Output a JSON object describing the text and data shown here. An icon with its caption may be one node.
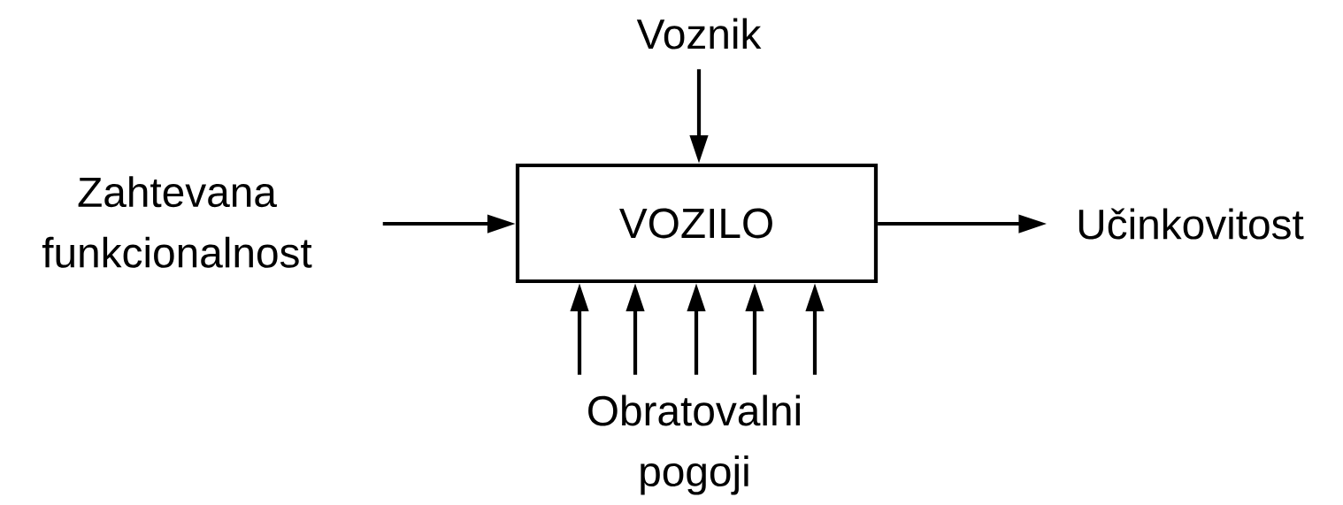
{
  "diagram": {
    "nodes": [
      {
        "text": [
          "Voznik"
        ]
      },
      {
        "text": [
          "Zahtevana funkcionalnost"
        ]
      },
      {
        "text": [
          "VOZILO"
        ]
      },
      {
        "text": [
          "Učinkovitost"
        ]
      },
      {
        "text": [
          "Obratovalni pogoji"
        ]
      }
    ],
    "edges": [
      {
        "from": 0,
        "to": 2,
        "arrow": "to"
      },
      {
        "from": 1,
        "to": 2,
        "arrow": "to"
      },
      {
        "from": 2,
        "to": 3,
        "arrow": "to"
      },
      {
        "from": 4,
        "to": 2,
        "arrow": "to"
      },
      {
        "from": 4,
        "to": 2,
        "arrow": "to"
      },
      {
        "from": 4,
        "to": 2,
        "arrow": "to"
      },
      {
        "from": 4,
        "to": 2,
        "arrow": "to"
      },
      {
        "from": 4,
        "to": 2,
        "arrow": "to"
      }
    ]
  }
}
